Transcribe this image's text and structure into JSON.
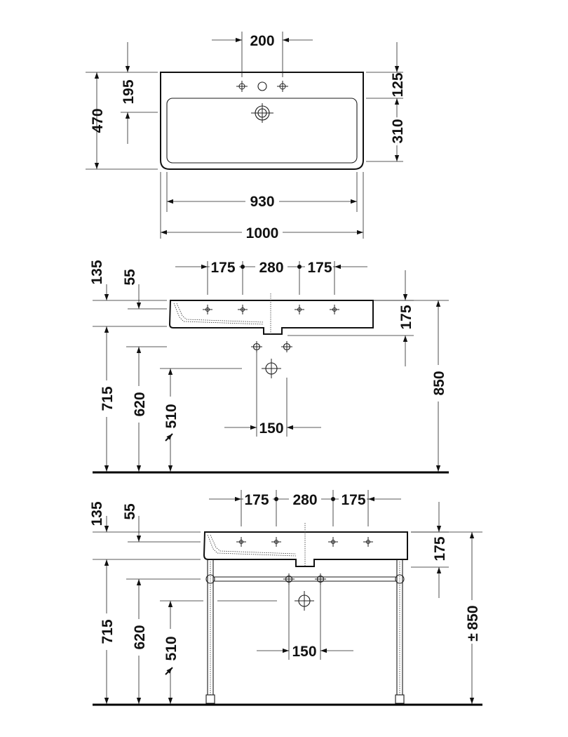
{
  "top_view": {
    "d_taps": "200",
    "d_depth": "470",
    "d_tap_pos": "195",
    "d_top_margin": "125",
    "d_bowl_depth": "310",
    "d_inner_width": "930",
    "d_width": "1000"
  },
  "side_view": {
    "d_135": "135",
    "d_55": "55",
    "d_175a": "175",
    "d_280": "280",
    "d_175b": "175",
    "d_175_right": "175",
    "d_715": "715",
    "d_620": "620",
    "d_510": "510",
    "d_850": "850",
    "d_150": "150"
  },
  "console_view": {
    "d_135": "135",
    "d_55": "55",
    "d_175a": "175",
    "d_280": "280",
    "d_175b": "175",
    "d_175_right": "175",
    "d_715": "715",
    "d_620": "620",
    "d_510": "510",
    "d_850": "850",
    "d_150": "150"
  }
}
